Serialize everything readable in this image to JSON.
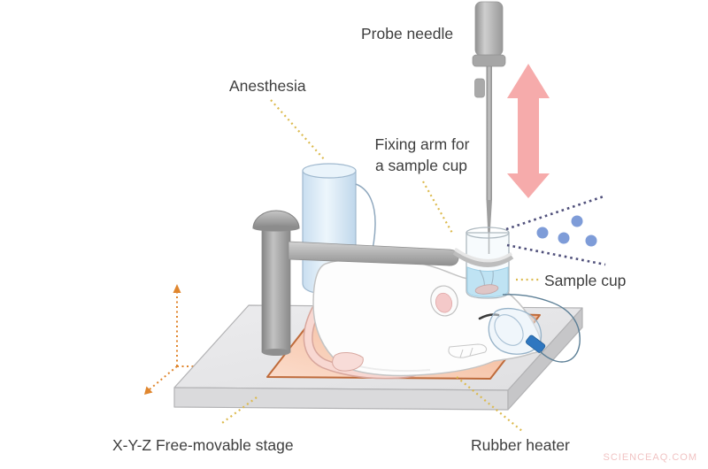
{
  "labels": {
    "probe_needle": "Probe needle",
    "anesthesia": "Anesthesia",
    "fixing_arm_line1": "Fixing arm for",
    "fixing_arm_line2": "a sample cup",
    "sample_cup": "Sample cup",
    "stage": "X-Y-Z Free-movable stage",
    "rubber_heater": "Rubber heater"
  },
  "watermark": {
    "text": "SCIENCEAQ.COM"
  },
  "colors": {
    "label_text": "#3e3e3e",
    "leader_yellow": "#dcba4e",
    "axes_orange": "#e0862e",
    "motion_arrow_pink": "#f6abab",
    "particle_blue": "#7e9cd8",
    "spray_line_purple": "#4f4f7a",
    "liquid_blue": "#bfe3f3",
    "anesthesia_blue": "#d7e8f6",
    "heater_fill": "#f5c3a4",
    "heater_border": "#bf6b3b",
    "metal_gray": "#a8a8a8",
    "stage_gray": "#e7e7e9",
    "nose_connector_blue": "#2f77c0",
    "watermark_pink": "#f1c3c3"
  }
}
